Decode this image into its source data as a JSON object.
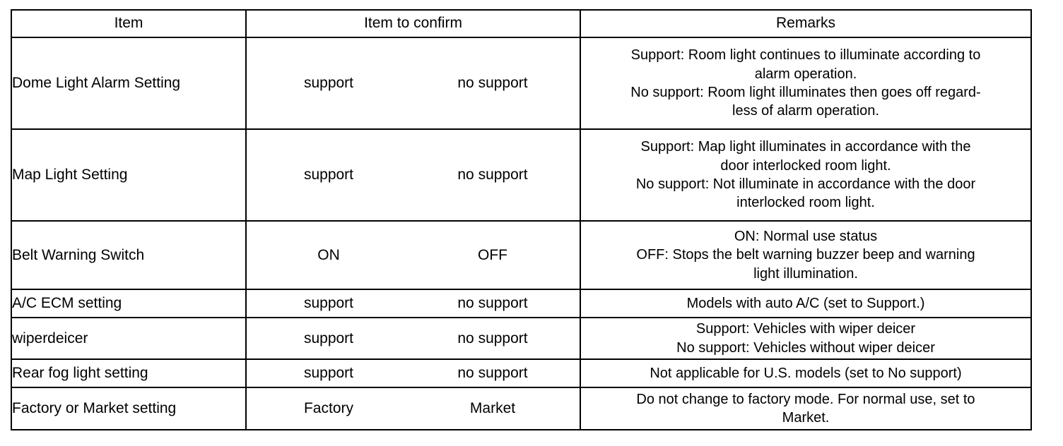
{
  "document": {
    "type": "specification-table",
    "title_visible": false
  },
  "table": {
    "headers": {
      "item": "Item",
      "item_to_confirm": "Item to confirm",
      "remarks": "Remarks"
    },
    "rows": [
      {
        "item": "Dome Light Alarm Setting",
        "option_a": "support",
        "option_b": "no support",
        "remarks_lines": [
          "Support: Room light continues to illuminate according to",
          "alarm operation.",
          "No support: Room light illuminates then goes off regard-",
          "less of alarm operation."
        ]
      },
      {
        "item": "Map Light Setting",
        "option_a": "support",
        "option_b": "no support",
        "remarks_lines": [
          "Support: Map light illuminates in accordance with the",
          "door interlocked room light.",
          "No support: Not illuminate in accordance with the door",
          "interlocked room light."
        ]
      },
      {
        "item": "Belt Warning Switch",
        "option_a": "ON",
        "option_b": "OFF",
        "remarks_lines": [
          "ON: Normal use status",
          "OFF: Stops the belt warning buzzer beep and warning",
          "light illumination."
        ]
      },
      {
        "item": "A/C ECM setting",
        "option_a": "support",
        "option_b": "no support",
        "remarks_lines": [
          "Models with auto A/C (set to Support.)"
        ]
      },
      {
        "item": "wiperdeicer",
        "option_a": "support",
        "option_b": "no support",
        "remarks_lines": [
          "Support: Vehicles with wiper deicer",
          "No support: Vehicles without wiper deicer"
        ]
      },
      {
        "item": "Rear fog light setting",
        "option_a": "support",
        "option_b": "no support",
        "remarks_lines": [
          "Not applicable for U.S. models (set to No support)"
        ]
      },
      {
        "item": "Factory or Market setting",
        "option_a": "Factory",
        "option_b": "Market",
        "remarks_lines": [
          "Do not change to factory mode. For normal use, set to",
          "Market."
        ]
      }
    ]
  },
  "colors": {
    "border": "#000000",
    "text": "#000000",
    "background": "#ffffff"
  }
}
